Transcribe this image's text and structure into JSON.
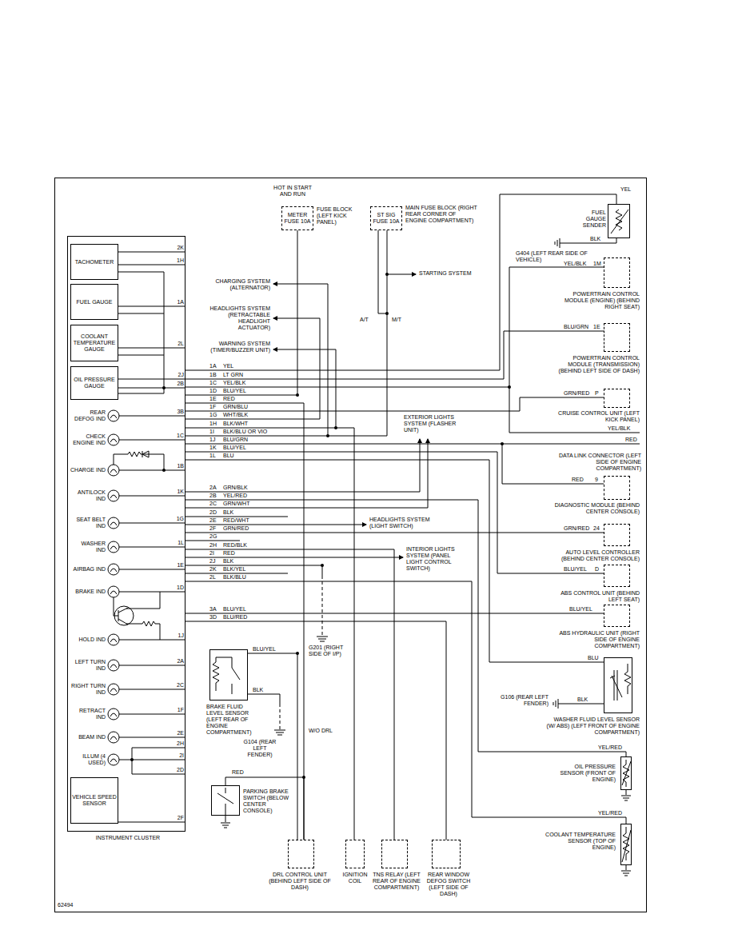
{
  "diagram": {
    "nodes": [
      {
        "text": [
          "INSTRUMENT CLUSTER"
        ]
      },
      {
        "text": [
          "TACHOMETER"
        ],
        "in": 0
      },
      {
        "text": [
          "FUEL GAUGE"
        ],
        "in": 0
      },
      {
        "text": [
          "COOLANT TEMPERATURE GAUGE"
        ],
        "in": 0
      },
      {
        "text": [
          "OIL PRESSURE GAUGE"
        ],
        "in": 0
      },
      {
        "text": [
          "VEHICLE SPEED SENSOR"
        ],
        "in": 0
      },
      {
        "text": [
          "METER FUSE 10A",
          "FUSE BLOCK (LEFT KICK PANEL)"
        ]
      },
      {
        "text": [
          "ST SIG FUSE 10A",
          "MAIN FUSE BLOCK (RIGHT REAR CORNER OF ENGINE COMPARTMENT)"
        ]
      },
      {
        "text": [
          "FUEL GAUGE SENDER"
        ]
      },
      {
        "text": [
          "POWERTRAIN CONTROL MODULE (ENGINE) (BEHIND RIGHT SEAT)"
        ]
      },
      {
        "text": [
          "POWERTRAIN CONTROL MODULE (TRANSMISSION) (BEHIND LEFT SIDE OF DASH)"
        ]
      },
      {
        "text": [
          "CRUISE CONTROL UNIT (LEFT KICK PANEL)"
        ]
      },
      {
        "text": [
          "DIAGNOSTIC MODULE (BEHIND CENTER CONSOLE)"
        ]
      },
      {
        "text": [
          "AUTO LEVEL CONTROLLER (BEHIND CENTER CONSOLE)"
        ]
      },
      {
        "text": [
          "ABS CONTROL UNIT (BEHIND LEFT SEAT)"
        ]
      },
      {
        "text": [
          "ABS HYDRAULIC UNIT (RIGHT SIDE OF ENGINE COMPARTMENT)"
        ]
      },
      {
        "text": [
          "WASHER FLUID LEVEL SENSOR (W/ ABS) (LEFT FRONT OF ENGINE COMPARTMENT)"
        ]
      },
      {
        "text": [
          "OIL PRESSURE SENSOR (FRONT OF ENGINE)"
        ]
      },
      {
        "text": [
          "COOLANT TEMPERATURE SENSOR (TOP OF ENGINE)"
        ]
      },
      {
        "text": [
          "BRAKE FLUID LEVEL SENSOR (LEFT REAR OF ENGINE COMPARTMENT)"
        ]
      },
      {
        "text": [
          "PARKING BRAKE SWITCH (BELOW CENTER CONSOLE)"
        ]
      },
      {
        "text": [
          "DRL CONTROL UNIT (BEHIND LEFT SIDE OF DASH)"
        ]
      },
      {
        "text": [
          "IGNITION COIL"
        ]
      },
      {
        "text": [
          "TNS RELAY (LEFT REAR OF ENGINE COMPARTMENT)"
        ]
      },
      {
        "text": [
          "REAR WINDOW DEFOG SWITCH (LEFT SIDE OF DASH)"
        ]
      }
    ],
    "edges": [
      {
        "from": 6,
        "to": 0,
        "arrow": "none"
      },
      {
        "from": 0,
        "to": 8,
        "arrow": "none"
      },
      {
        "from": 0,
        "to": 9,
        "arrow": "none"
      },
      {
        "from": 0,
        "to": 10,
        "arrow": "none"
      },
      {
        "from": 0,
        "to": 11,
        "arrow": "none"
      },
      {
        "from": 19,
        "to": 21,
        "arrow": "none"
      },
      {
        "from": 0,
        "to": 21,
        "arrow": "none"
      },
      {
        "from": 20,
        "to": 21,
        "arrow": "none"
      },
      {
        "from": 0,
        "to": 22,
        "arrow": "none"
      },
      {
        "from": 7,
        "to": 0,
        "arrow": "none"
      },
      {
        "from": 0,
        "to": 12,
        "arrow": "none"
      },
      {
        "from": 0,
        "to": 14,
        "arrow": "none"
      },
      {
        "from": 0,
        "to": 16,
        "arrow": "none"
      },
      {
        "from": 0,
        "to": 17,
        "arrow": "none"
      },
      {
        "from": 0,
        "to": 18,
        "arrow": "none"
      },
      {
        "from": 0,
        "to": 13,
        "arrow": "none"
      },
      {
        "from": 0,
        "to": 23,
        "arrow": "none"
      },
      {
        "from": 0,
        "to": 24,
        "arrow": "none"
      },
      {
        "from": 0,
        "to": 15,
        "arrow": "none"
      }
    ],
    "labels": [
      "HOT IN START AND RUN",
      "STARTING SYSTEM",
      "A/T",
      "M/T",
      "CHARGING SYSTEM (ALTERNATOR)",
      "HEADLIGHTS SYSTEM (RETRACTABLE HEADLIGHT ACTUATOR)",
      "WARNING SYSTEM (TIMER/BUZZER UNIT)",
      "1A",
      "YEL",
      "1B",
      "LT GRN",
      "1C",
      "YEL/BLK",
      "1D",
      "BLU/YEL",
      "1E",
      "RED",
      "1F",
      "GRN/BLU",
      "1G",
      "WHT/BLK",
      "1H",
      "BLK/WHT",
      "1I",
      "BLK/BLU OR VIO",
      "1J",
      "BLU/GRN",
      "1K",
      "BLU/YEL",
      "1L",
      "BLU",
      "2A",
      "GRN/BLK",
      "2B",
      "YEL/RED",
      "2C",
      "GRN/WHT",
      "2D",
      "BLK",
      "2E",
      "RED/WHT",
      "2F",
      "GRN/RED",
      "2G",
      "2H",
      "RED/BLK",
      "2I",
      "RED",
      "2J",
      "BLK",
      "2K",
      "BLK/YEL",
      "2L",
      "BLK/BLU",
      "3A",
      "BLU/YEL",
      "3D",
      "BLU/RED",
      "2K",
      "1H",
      "1A",
      "2L",
      "2J",
      "2B",
      "3B",
      "1C",
      "1B",
      "1K",
      "1G",
      "1L",
      "1E",
      "1D",
      "1J",
      "2A",
      "2C",
      "1F",
      "2E",
      "2H",
      "2I",
      "2D",
      "2F",
      "REAR DEFOG IND",
      "CHECK ENGINE IND",
      "CHARGE IND",
      "ANTILOCK IND",
      "SEAT BELT IND",
      "WASHER IND",
      "AIRBAG IND",
      "BRAKE IND",
      "HOLD IND",
      "LEFT TURN IND",
      "RIGHT TURN IND",
      "RETRACT IND",
      "BEAM IND",
      "ILLUM (4 USED)",
      "EXTERIOR LIGHTS SYSTEM (FLASHER UNIT)",
      "HEADLIGHTS SYSTEM (LIGHT SWITCH)",
      "INTERIOR LIGHTS SYSTEM (PANEL LIGHT CONTROL SWITCH)",
      "DATA LINK CONNECTOR (LEFT SIDE OF ENGINE COMPARTMENT)",
      "YEL/BLK",
      "RED",
      "YEL",
      "BLK",
      "G404 (LEFT REAR SIDE OF VEHICLE)",
      "YEL/BLK",
      "1M",
      "BLU/GRN",
      "1E",
      "GRN/RED",
      "P",
      "RED",
      "9",
      "GRN/RED",
      "24",
      "BLU/YEL",
      "D",
      "BLU/YEL",
      "BLU",
      "BLK",
      "G106 (REAR LEFT FENDER)",
      "YEL/RED",
      "YEL/RED",
      "BLU/YEL",
      "BLK",
      "G104 (REAR LEFT FENDER)",
      "RED",
      "W/O DRL",
      "G201 (RIGHT SIDE OF I/P)",
      "62494"
    ]
  }
}
